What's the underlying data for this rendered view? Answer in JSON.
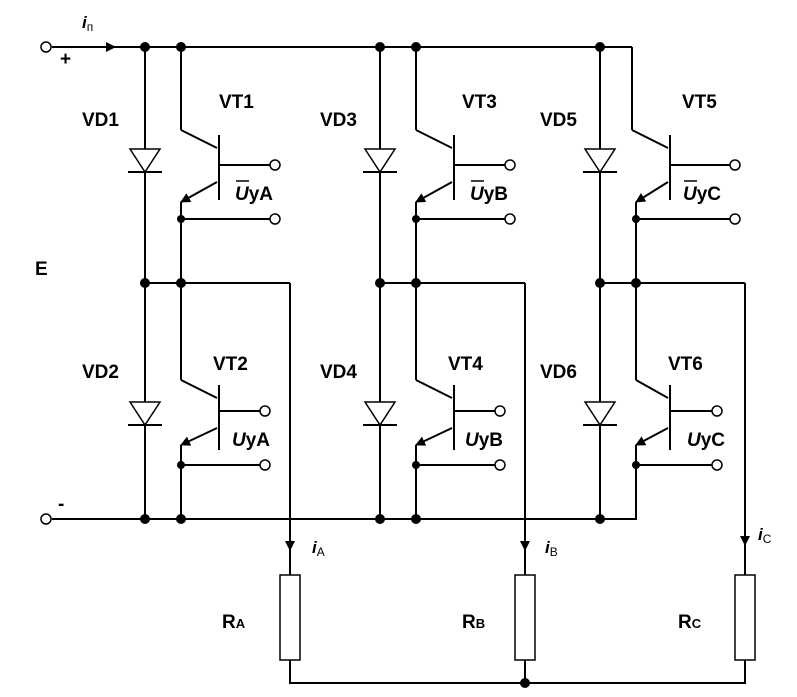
{
  "diagram": {
    "supply": {
      "label": "E",
      "plus": "+",
      "minus": "-"
    },
    "input_current": {
      "symbol": "i",
      "sub": "п"
    },
    "legs": [
      {
        "upper_diode": "VD1",
        "lower_diode": "VD2",
        "upper_transistor": "VT1",
        "lower_transistor": "VT2",
        "upper_control": {
          "u": "U",
          "rest": "yA"
        },
        "lower_control": {
          "u": "U",
          "rest": "yA"
        },
        "current": {
          "symbol": "i",
          "sub": "A"
        },
        "resistor": {
          "main": "R",
          "sub": "A"
        }
      },
      {
        "upper_diode": "VD3",
        "lower_diode": "VD4",
        "upper_transistor": "VT3",
        "lower_transistor": "VT4",
        "upper_control": {
          "u": "U",
          "rest": "yB"
        },
        "lower_control": {
          "u": "U",
          "rest": "yB"
        },
        "current": {
          "symbol": "i",
          "sub": "B"
        },
        "resistor": {
          "main": "R",
          "sub": "B"
        }
      },
      {
        "upper_diode": "VD5",
        "lower_diode": "VD6",
        "upper_transistor": "VT5",
        "lower_transistor": "VT6",
        "upper_control": {
          "u": "U",
          "rest": "yC"
        },
        "lower_control": {
          "u": "U",
          "rest": "yC"
        },
        "current": {
          "symbol": "i",
          "sub": "C"
        },
        "resistor": {
          "main": "R",
          "sub": "C"
        }
      }
    ]
  }
}
